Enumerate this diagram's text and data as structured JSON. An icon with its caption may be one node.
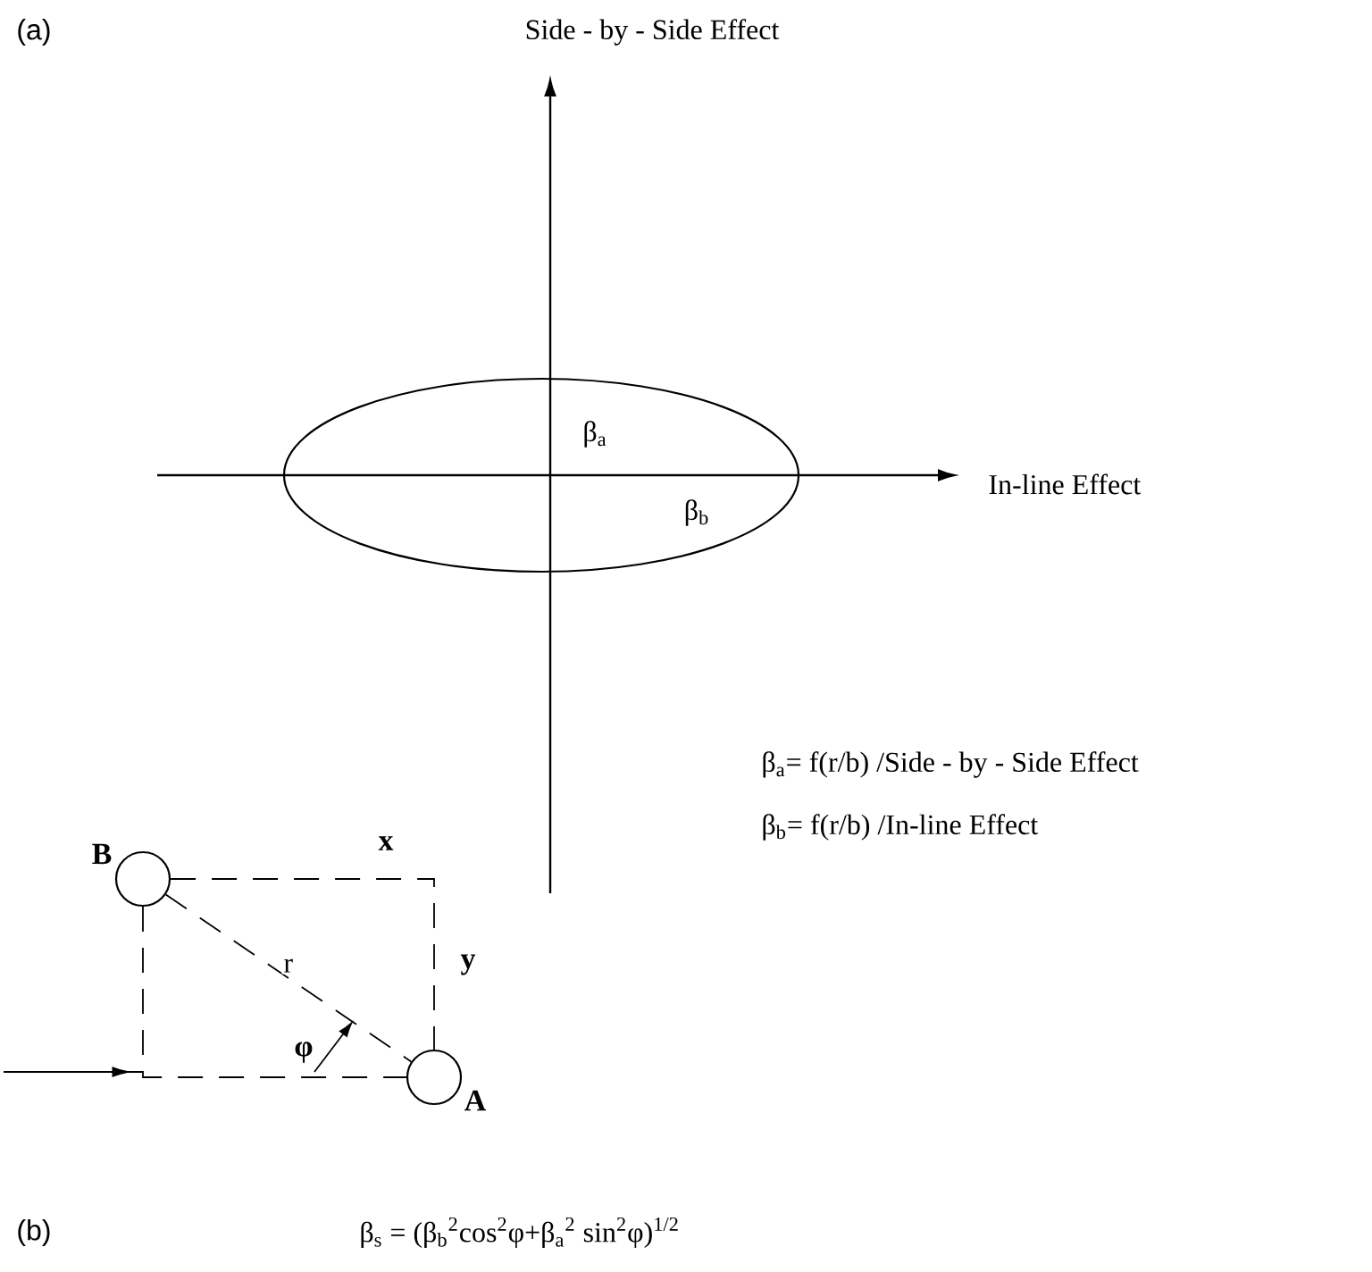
{
  "diagram": {
    "nodes": [
      {
        "text": [
          "β$_{a}$",
          "β$_{b}$"
        ]
      },
      {
        "text": [],
        "shape": "circle",
        "beside": [
          "B"
        ]
      },
      {
        "text": [],
        "shape": "circle",
        "beside": [
          "A"
        ]
      }
    ],
    "edges": [
      {
        "from": 1,
        "to": 2,
        "arrow": "none",
        "style": "dashed",
        "label": "r"
      },
      {
        "from": 1,
        "to": 2,
        "arrow": "none",
        "style": "dashed"
      },
      {
        "from": 1,
        "to": 2,
        "arrow": "none",
        "style": "dashed"
      }
    ],
    "labels": [
      "(a)",
      "Side - by - Side Effect",
      "In-line Effect",
      "β$_{a}$= f(r/b) /Side - by - Side Effect",
      "β$_{b}$= f(r/b) /In-line Effect",
      "x",
      "y",
      "φ",
      "(b)",
      "β$_{s}$ = (β$_{b}$$^{2}$cos$^{2}$φ+β$_{a}$$^{2}$ sin$^{2}$φ)$^{1/2}$"
    ]
  }
}
